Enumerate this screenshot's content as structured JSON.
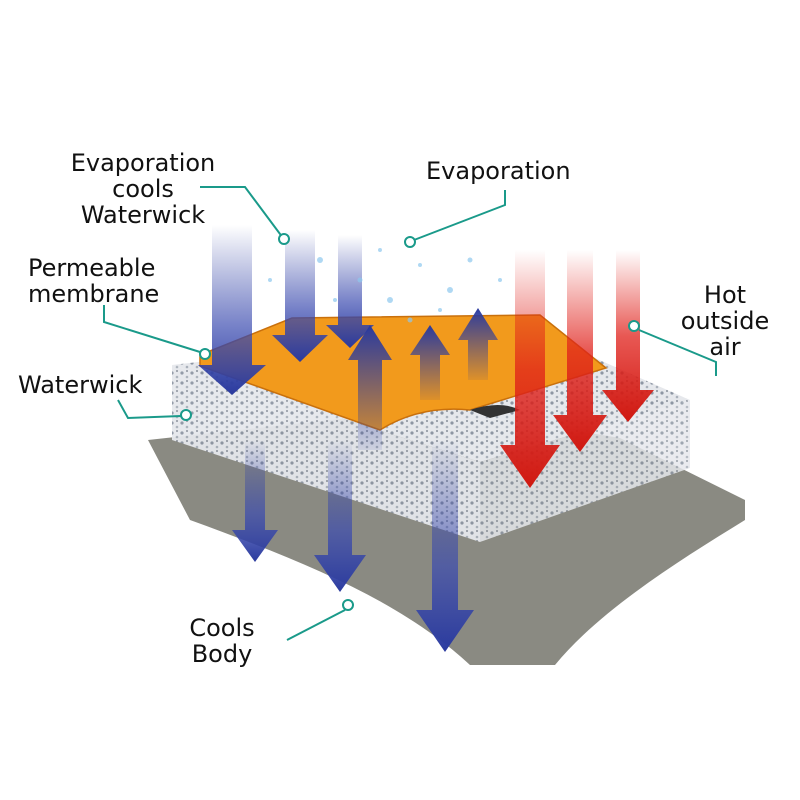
{
  "labels": {
    "evap_cools": [
      "Evaporation",
      "cools",
      "Waterwick"
    ],
    "evaporation": "Evaporation",
    "permeable": [
      "Permeable",
      "membrane"
    ],
    "waterwick": "Waterwick",
    "hot_air": [
      "Hot",
      "outside",
      "air"
    ],
    "cools_body": [
      "Cools",
      "Body"
    ]
  },
  "colors": {
    "leader": "#1a9a8a",
    "membrane": "#f29a1c",
    "cool_arrow": "#2a3a9e",
    "hot_arrow": "#e0201a",
    "base": "#8a8a82",
    "foam": "#e4e6ea"
  }
}
